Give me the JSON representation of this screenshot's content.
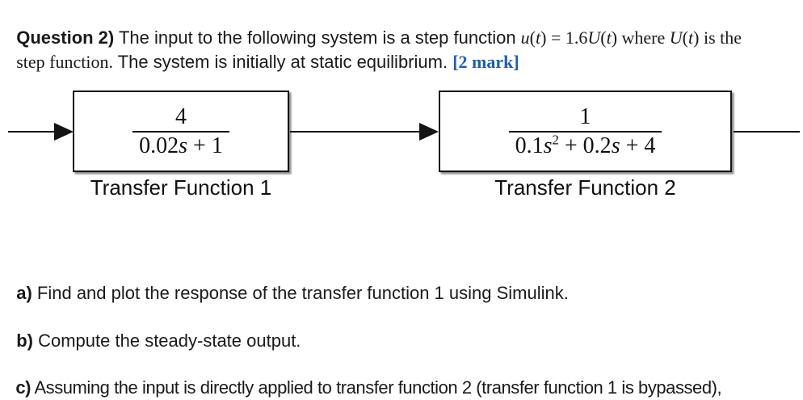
{
  "colors": {
    "text": "#1a1a1a",
    "marks_blue": "#1F5FA9",
    "diagram_stroke": "#141414"
  },
  "question": {
    "line1": {
      "prefix_bold": "Question 2)",
      "sans_text": " The input to the following system is a step function ",
      "math_parts": [
        {
          "t": "u",
          "i": true
        },
        {
          "t": "("
        },
        {
          "t": "t",
          "i": true
        },
        {
          "t": ") = 1.6"
        },
        {
          "t": "U",
          "i": true
        },
        {
          "t": "("
        },
        {
          "t": "t",
          "i": true
        },
        {
          "t": ")"
        }
      ],
      "serif_tail_parts": [
        {
          "t": " where "
        },
        {
          "t": "U",
          "i": true
        },
        {
          "t": "("
        },
        {
          "t": "t",
          "i": true
        },
        {
          "t": ") is the"
        }
      ]
    },
    "line2": {
      "serif_lead": "step function.",
      "sans_text": " The system is initially at static equilibrium. ",
      "marks": "[2 mark]"
    }
  },
  "diagram": {
    "block1": {
      "numerator": "4",
      "denominator_parts": [
        {
          "t": "0.02"
        },
        {
          "t": "s",
          "i": true
        },
        {
          "t": " + 1"
        }
      ],
      "label": "Transfer Function 1"
    },
    "block2": {
      "numerator": "1",
      "denominator_parts": [
        {
          "t": "0.1"
        },
        {
          "t": "s",
          "i": true
        },
        {
          "t": "2",
          "sup": true
        },
        {
          "t": " + 0.2"
        },
        {
          "t": "s",
          "i": true
        },
        {
          "t": " + 4"
        }
      ],
      "label": "Transfer Function 2"
    }
  },
  "items": [
    {
      "prefix": "a)",
      "text": " Find and plot the response of the transfer function 1 using Simulink."
    },
    {
      "prefix": "b)",
      "text": " Compute the steady-state output."
    },
    {
      "prefix": "c)",
      "text": " Assuming the input is directly applied to transfer function 2 (transfer function 1 is bypassed),"
    }
  ]
}
